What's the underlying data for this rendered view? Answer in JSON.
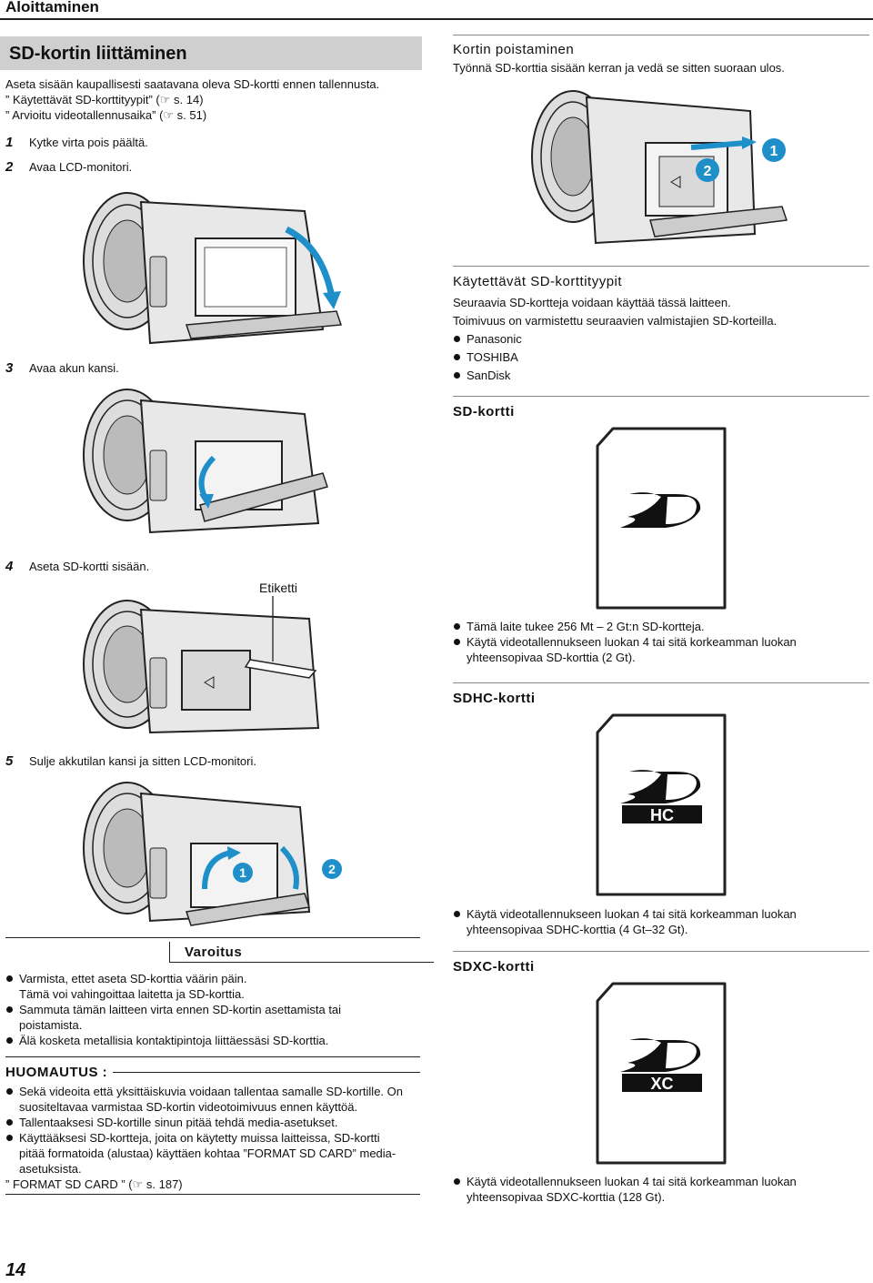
{
  "top_header": "Aloittaminen",
  "section_title": "SD-kortin liittäminen",
  "intro": {
    "line1": "Aseta sisään kaupallisesti saatavana oleva SD-kortti ennen tallennusta.",
    "link1": "” Käytettävät SD-korttityypit” (☞ s. 14)",
    "link2": "” Arvioitu videotallennusaika” (☞ s. 51)"
  },
  "steps": [
    {
      "num": "1",
      "text": "Kytke virta pois päältä."
    },
    {
      "num": "2",
      "text": "Avaa LCD-monitori."
    },
    {
      "num": "3",
      "text": "Avaa akun kansi."
    },
    {
      "num": "4",
      "text": "Aseta SD-kortti sisään."
    },
    {
      "num": "5",
      "text": "Sulje akkutilan kansi ja sitten LCD-monitori."
    }
  ],
  "label_etiketti": "Etiketti",
  "callouts": {
    "one": "1",
    "two": "2"
  },
  "caution": {
    "title": "Varoitus",
    "items": [
      "Varmista, ettet aseta SD-korttia väärin päin.",
      "Tämä voi vahingoittaa laitetta ja SD-korttia.",
      "Sammuta tämän laitteen virta ennen SD-kortin asettamista tai",
      "poistamista.",
      "Älä kosketa metallisia kontaktipintoja liittäessäsi SD-korttia."
    ]
  },
  "note": {
    "title": "HUOMAUTUS :",
    "items": [
      "Sekä videoita että yksittäiskuvia voidaan tallentaa samalle SD-kortille. On",
      "suositeltavaa varmistaa SD-kortin videotoimivuus ennen käyttöä.",
      "Tallentaaksesi SD-kortille sinun pitää tehdä media-asetukset.",
      "Käyttääksesi SD-kortteja, joita on käytetty muissa laitteissa, SD-kortti",
      "pitää formatoida (alustaa) käyttäen kohtaa ”FORMAT SD CARD” media-",
      "asetuksista.",
      "” FORMAT SD CARD ” (☞ s. 187)"
    ]
  },
  "removal": {
    "title": "Kortin poistaminen",
    "text": "Työnnä SD-korttia sisään kerran ja vedä se sitten suoraan ulos."
  },
  "types": {
    "title": "Käytettävät SD-korttityypit",
    "line1": "Seuraavia SD-kortteja voidaan käyttää tässä laitteen.",
    "line2": "Toimivuus on varmistettu seuraavien valmistajien SD-korteilla.",
    "brands": [
      "Panasonic",
      "TOSHIBA",
      "SanDisk"
    ]
  },
  "sd": {
    "title": "SD-kortti",
    "note1": "Tämä laite tukee 256 Mt – 2 Gt:n SD-kortteja.",
    "note2a": "Käytä videotallennukseen luokan 4 tai sitä korkeamman luokan",
    "note2b": "yhteensopivaa SD-korttia (2 Gt)."
  },
  "sdhc": {
    "title": "SDHC-kortti",
    "note_a": "Käytä videotallennukseen luokan 4 tai sitä korkeamman luokan",
    "note_b": "yhteensopivaa SDHC-korttia (4 Gt–32 Gt)."
  },
  "sdxc": {
    "title": "SDXC-kortti",
    "note_a": "Käytä videotallennukseen luokan 4 tai sitä korkeamman luokan",
    "note_b": "yhteensopivaa SDXC-korttia (128 Gt)."
  },
  "card_logos": {
    "hc": "HC",
    "xc": "XC"
  },
  "page_number": "14"
}
